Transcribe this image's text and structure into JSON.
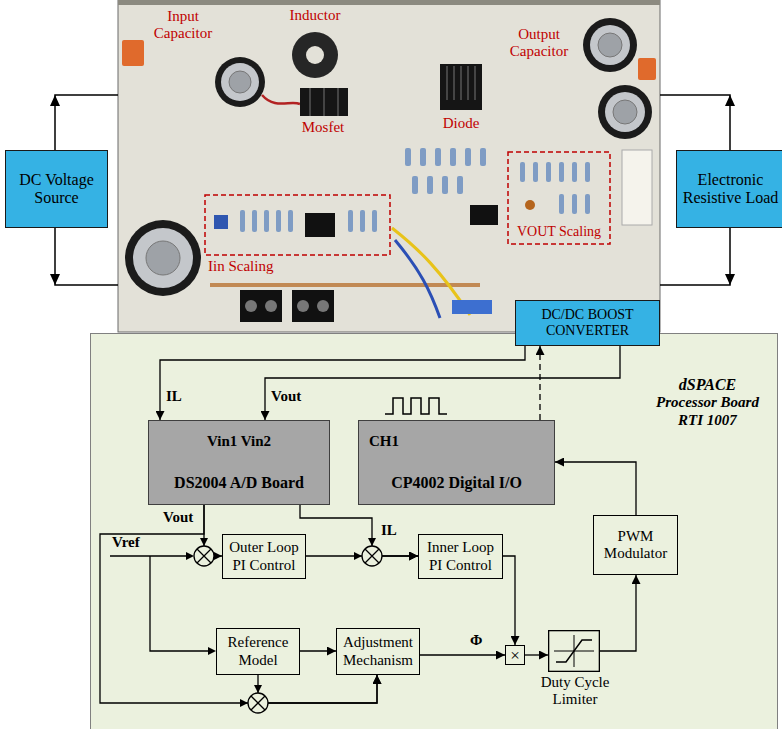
{
  "diagram": {
    "nodes": [
      {
        "text": [
          "DC Voltage Source"
        ]
      },
      {
        "text": [
          "Electronic Resistive Load"
        ]
      },
      {
        "text": [
          "DC/DC BOOST CONVERTER"
        ]
      },
      {
        "text": [
          "dSPACE",
          "Processor Board RTI 1007"
        ]
      },
      {
        "text": [
          "Vin1 Vin2",
          "DS2004 A/D Board"
        ],
        "in": 3
      },
      {
        "text": [
          "CH1",
          "CP4002 Digital I/O"
        ],
        "in": 3
      },
      {
        "text": [
          "Outer Loop PI Control"
        ],
        "in": 3
      },
      {
        "text": [
          "Inner Loop PI Control"
        ],
        "in": 3
      },
      {
        "text": [
          "PWM Modulator"
        ],
        "in": 3
      },
      {
        "text": [
          "Reference Model"
        ],
        "in": 3
      },
      {
        "text": [
          "Adjustment Mechanism"
        ],
        "in": 3
      },
      {
        "text": [
          "×"
        ],
        "in": 3
      },
      {
        "text": [
          "Duty Cycle Limiter"
        ],
        "in": 3
      }
    ],
    "edges": [
      {
        "from": 2,
        "to": 4,
        "label": "IL",
        "arrow": "to"
      },
      {
        "from": 2,
        "to": 4,
        "label": "Vout",
        "arrow": "to"
      },
      {
        "from": 5,
        "to": 2,
        "arrow": "to"
      },
      {
        "from": 4,
        "to": 6,
        "label": "Vout",
        "arrow": "to"
      },
      {
        "from": 6,
        "to": 7,
        "arrow": "to"
      },
      {
        "from": 4,
        "to": 7,
        "label": "IL",
        "arrow": "to"
      },
      {
        "from": 7,
        "to": 11,
        "arrow": "to"
      },
      {
        "from": 10,
        "to": 11,
        "label": "Φ",
        "arrow": "to"
      },
      {
        "from": 11,
        "to": 12,
        "arrow": "to"
      },
      {
        "from": 12,
        "to": 8,
        "arrow": "to"
      },
      {
        "from": 8,
        "to": 5,
        "arrow": "to"
      },
      {
        "from": 9,
        "to": 10,
        "arrow": "to"
      },
      {
        "from": 9,
        "to": 10,
        "arrow": "to"
      },
      {
        "from": 4,
        "to": 10,
        "arrow": "to"
      }
    ],
    "labels": [
      "Input Capacitor",
      "Inductor",
      "Mosfet",
      "Diode",
      "Output Capacitor",
      "Iin Scaling",
      "VOUT Scaling",
      "Vref"
    ]
  }
}
